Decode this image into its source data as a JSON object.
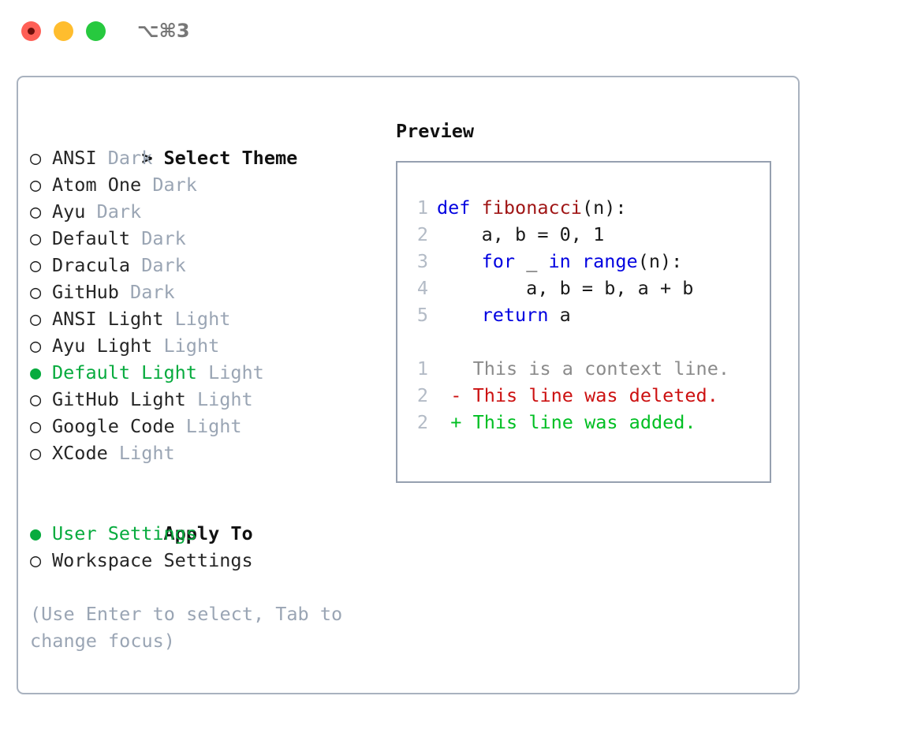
{
  "window": {
    "traffic_lights": [
      "close-red",
      "minimize-yellow",
      "zoom-green"
    ],
    "shortcut": "⌥⌘3"
  },
  "theme_picker": {
    "header_marker": ">",
    "header": "Select Theme",
    "unselected_marker": "○",
    "selected_marker": "●",
    "accent_color": "#07ab3e",
    "category_color": "#9aa5b4",
    "items": [
      {
        "name": "ANSI",
        "category": "Dark",
        "selected": false
      },
      {
        "name": "Atom One",
        "category": "Dark",
        "selected": false
      },
      {
        "name": "Ayu",
        "category": "Dark",
        "selected": false
      },
      {
        "name": "Default",
        "category": "Dark",
        "selected": false
      },
      {
        "name": "Dracula",
        "category": "Dark",
        "selected": false
      },
      {
        "name": "GitHub",
        "category": "Dark",
        "selected": false
      },
      {
        "name": "ANSI Light",
        "category": "Light",
        "selected": false
      },
      {
        "name": "Ayu Light",
        "category": "Light",
        "selected": false
      },
      {
        "name": "Default Light",
        "category": "Light",
        "selected": true
      },
      {
        "name": "GitHub Light",
        "category": "Light",
        "selected": false
      },
      {
        "name": "Google Code",
        "category": "Light",
        "selected": false
      },
      {
        "name": "XCode",
        "category": "Light",
        "selected": false
      }
    ]
  },
  "apply_to": {
    "header": "Apply To",
    "options": [
      {
        "name": "User Settings",
        "selected": true
      },
      {
        "name": "Workspace Settings",
        "selected": false
      }
    ]
  },
  "hint": "(Use Enter to select, Tab to change focus)",
  "preview": {
    "title": "Preview",
    "border_color": "#96a0b0",
    "line_number_color": "#b3bbc6",
    "code": [
      {
        "ln": "1",
        "tokens": [
          {
            "t": "def",
            "c": "kw"
          },
          {
            "t": " ",
            "c": "pl"
          },
          {
            "t": "fibonacci",
            "c": "fn"
          },
          {
            "t": "(n):",
            "c": "pl"
          }
        ]
      },
      {
        "ln": "2",
        "tokens": [
          {
            "t": "    a, b = ",
            "c": "pl"
          },
          {
            "t": "0",
            "c": "num"
          },
          {
            "t": ", ",
            "c": "pl"
          },
          {
            "t": "1",
            "c": "num"
          }
        ]
      },
      {
        "ln": "3",
        "tokens": [
          {
            "t": "    ",
            "c": "pl"
          },
          {
            "t": "for",
            "c": "kw"
          },
          {
            "t": " _ ",
            "c": "pl"
          },
          {
            "t": "in",
            "c": "kw"
          },
          {
            "t": " ",
            "c": "pl"
          },
          {
            "t": "range",
            "c": "bi"
          },
          {
            "t": "(n):",
            "c": "pl"
          }
        ]
      },
      {
        "ln": "4",
        "tokens": [
          {
            "t": "        a, b = b, a + b",
            "c": "pl"
          }
        ]
      },
      {
        "ln": "5",
        "tokens": [
          {
            "t": "    ",
            "c": "pl"
          },
          {
            "t": "return",
            "c": "kw"
          },
          {
            "t": " a",
            "c": "pl"
          }
        ]
      }
    ],
    "diff": [
      {
        "ln": "1",
        "sign": " ",
        "text": "This is a context line.",
        "kind": "context"
      },
      {
        "ln": "2",
        "sign": "-",
        "text": "This line was deleted.",
        "kind": "deleted"
      },
      {
        "ln": "2",
        "sign": "+",
        "text": "This line was added.",
        "kind": "added"
      }
    ],
    "diff_colors": {
      "context": "#8b8b8b",
      "deleted": "#cc1111",
      "added": "#00bf23"
    }
  }
}
